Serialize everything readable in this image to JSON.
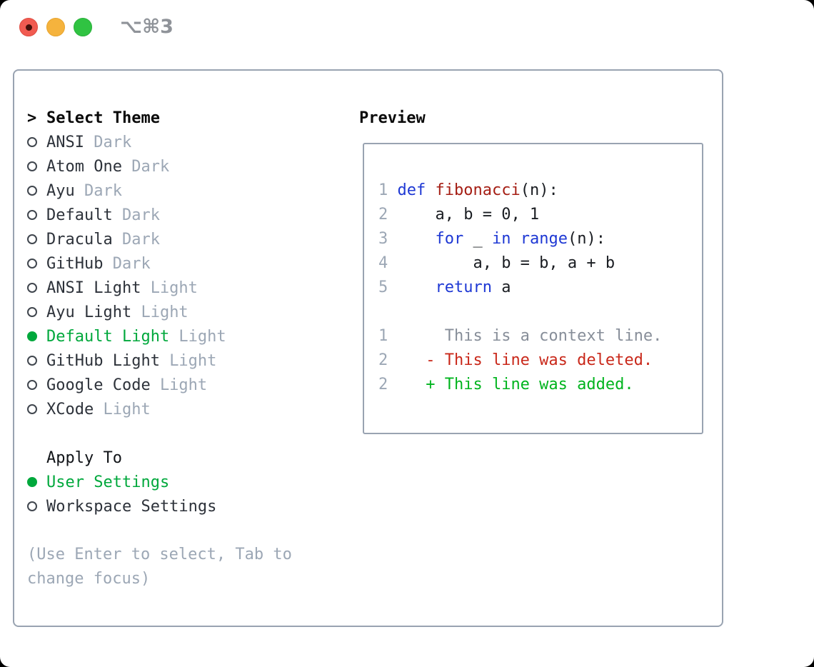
{
  "window": {
    "shortcut_label": "⌥⌘3"
  },
  "colors": {
    "accent_green": "#00a83c",
    "diff_added_green": "#00b41e",
    "keyword_blue": "#1e38d4",
    "function_red": "#a51e14",
    "diff_deleted_red": "#c9281a",
    "text_primary": "#2d323a",
    "code_text": "#1a1d22",
    "heading_black": "#0a0a0a",
    "muted_gray": "#9ca7b5",
    "context_gray": "#878e99",
    "border_gray": "#99a3b1",
    "shortcut_gray": "#8f9399",
    "traffic_red": "#f15b51",
    "traffic_red_dot": "#46100a",
    "traffic_yellow": "#f5b33d",
    "traffic_green": "#30c342",
    "radio_outline": "#40464e"
  },
  "icons": {
    "prompt": ">",
    "radio_selected": "●",
    "radio_unselected": "○"
  },
  "theme_picker": {
    "title": "Select Theme",
    "items": [
      {
        "name": "ANSI",
        "variant": "Dark",
        "selected": false
      },
      {
        "name": "Atom One",
        "variant": "Dark",
        "selected": false
      },
      {
        "name": "Ayu",
        "variant": "Dark",
        "selected": false
      },
      {
        "name": "Default",
        "variant": "Dark",
        "selected": false
      },
      {
        "name": "Dracula",
        "variant": "Dark",
        "selected": false
      },
      {
        "name": "GitHub",
        "variant": "Dark",
        "selected": false
      },
      {
        "name": "ANSI Light",
        "variant": "Light",
        "selected": false
      },
      {
        "name": "Ayu Light",
        "variant": "Light",
        "selected": false
      },
      {
        "name": "Default Light",
        "variant": "Light",
        "selected": true
      },
      {
        "name": "GitHub Light",
        "variant": "Light",
        "selected": false
      },
      {
        "name": "Google Code",
        "variant": "Light",
        "selected": false
      },
      {
        "name": "XCode",
        "variant": "Light",
        "selected": false
      }
    ]
  },
  "apply_to": {
    "title": "Apply To",
    "options": [
      {
        "label": "User Settings",
        "selected": true
      },
      {
        "label": "Workspace Settings",
        "selected": false
      }
    ]
  },
  "help_text": "(Use Enter to select, Tab to change focus)",
  "preview": {
    "title": "Preview",
    "code_lines": [
      {
        "num": "1",
        "segments": [
          {
            "kind": "kw",
            "text": "def"
          },
          {
            "kind": "plain",
            "text": " "
          },
          {
            "kind": "fn",
            "text": "fibonacci"
          },
          {
            "kind": "plain",
            "text": "(n):"
          }
        ]
      },
      {
        "num": "2",
        "segments": [
          {
            "kind": "plain",
            "text": "    a, b = 0, 1"
          }
        ]
      },
      {
        "num": "3",
        "segments": [
          {
            "kind": "plain",
            "text": "    "
          },
          {
            "kind": "kw",
            "text": "for"
          },
          {
            "kind": "plain",
            "text": " _ "
          },
          {
            "kind": "kw",
            "text": "in"
          },
          {
            "kind": "plain",
            "text": " "
          },
          {
            "kind": "kw",
            "text": "range"
          },
          {
            "kind": "plain",
            "text": "(n):"
          }
        ]
      },
      {
        "num": "4",
        "segments": [
          {
            "kind": "plain",
            "text": "        a, b = b, a + b"
          }
        ]
      },
      {
        "num": "5",
        "segments": [
          {
            "kind": "plain",
            "text": "    "
          },
          {
            "kind": "kw",
            "text": "return"
          },
          {
            "kind": "plain",
            "text": " a"
          }
        ]
      }
    ],
    "diff_lines": [
      {
        "num": "1",
        "kind": "context",
        "text": "     This is a context line."
      },
      {
        "num": "2",
        "kind": "deleted",
        "text": "   - This line was deleted."
      },
      {
        "num": "2",
        "kind": "added",
        "text": "   + This line was added."
      }
    ]
  }
}
